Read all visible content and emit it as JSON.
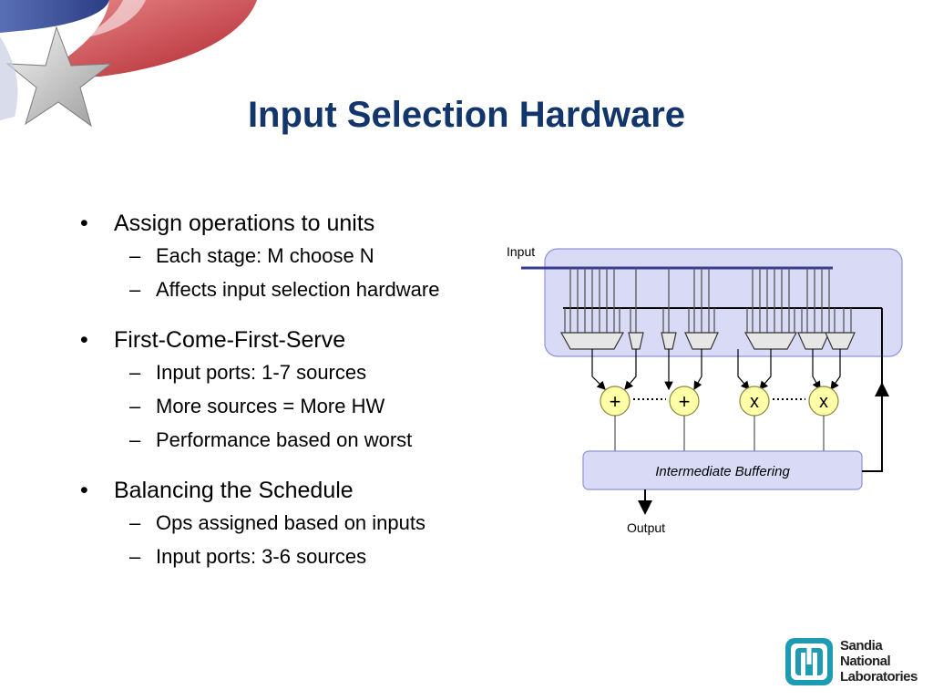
{
  "slide": {
    "title": "Input Selection Hardware",
    "bullets": [
      {
        "text": "Assign operations to units",
        "sub": [
          "Each stage: M choose N",
          "Affects input selection hardware"
        ]
      },
      {
        "text": "First-Come-First-Serve",
        "sub": [
          "Input ports: 1-7 sources",
          "More sources = More HW",
          "Performance based on worst"
        ]
      },
      {
        "text": "Balancing the Schedule",
        "sub": [
          "Ops assigned based on inputs",
          "Input ports: 3-6 sources"
        ]
      }
    ]
  },
  "diagram": {
    "input_label": "Input",
    "output_label": "Output",
    "buffer_label": "Intermediate Buffering",
    "units": [
      "+",
      "+",
      "x",
      "x"
    ],
    "colors": {
      "selection_fill": "#d9dbf6",
      "unit_fill": "#ffffa8",
      "bus": "#3a3d8f"
    }
  },
  "logo": {
    "lines": [
      "Sandia",
      "National",
      "Laboratories"
    ]
  }
}
